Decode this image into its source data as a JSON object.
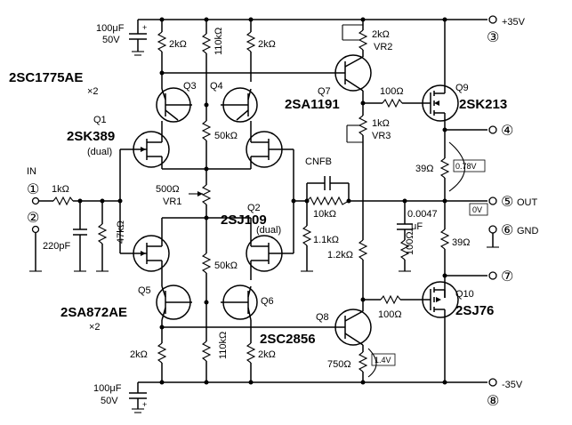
{
  "rails": {
    "pos": "+35V",
    "neg": "-35V"
  },
  "terminals": {
    "in": "IN",
    "t1": "①",
    "t2": "②",
    "t3": "③",
    "t4": "④",
    "t5": "⑤",
    "t5_label": "OUT",
    "t6": "⑥",
    "t6_label": "GND",
    "t7": "⑦",
    "t8": "⑧"
  },
  "devices": {
    "q1": {
      "ref": "Q1",
      "part": "2SK389",
      "note": "(dual)"
    },
    "q2": {
      "ref": "Q2",
      "part": "2SJ109",
      "note": "(dual)"
    },
    "q3": {
      "ref": "Q3"
    },
    "q4": {
      "ref": "Q4"
    },
    "q34_part": "2SC1775AE",
    "q34_mult": "×2",
    "q5": {
      "ref": "Q5"
    },
    "q6": {
      "ref": "Q6"
    },
    "q56_part": "2SA872AE",
    "q56_mult": "×2",
    "q7": {
      "ref": "Q7",
      "part": "2SA1191"
    },
    "q8": {
      "ref": "Q8",
      "part": "2SC2856"
    },
    "q9": {
      "ref": "Q9",
      "part": "2SK213"
    },
    "q10": {
      "ref": "Q10",
      "part": "2SJ76"
    }
  },
  "components": {
    "c_top": "100μF",
    "c_top_v": "50V",
    "c_bot": "100μF",
    "c_bot_v": "50V",
    "r_q3_top": "2kΩ",
    "r_mid_top": "110kΩ",
    "r_q4_top": "2kΩ",
    "r_50k_top": "50kΩ",
    "vr1": "500Ω",
    "vr1_ref": "VR1",
    "r_50k_bot": "50kΩ",
    "r_q5_bot": "2kΩ",
    "r_mid_bot": "110kΩ",
    "r_q6_bot": "2kΩ",
    "r_in": "1kΩ",
    "c_in": "220pF",
    "r_47k": "47kΩ",
    "cnfb": "CNFB",
    "r_10k": "10kΩ",
    "r_1_1k": "1.1kΩ",
    "vr2": "2kΩ",
    "vr2_ref": "VR2",
    "vr3": "1kΩ",
    "vr3_ref": "VR3",
    "r_1_2k": "1.2kΩ",
    "r_750": "750Ω",
    "r_g9": "100Ω",
    "r_g10": "100Ω",
    "r_39_top": "39Ω",
    "r_39_bot": "39Ω",
    "c_zobel": "0.0047",
    "c_zobel_u": "μF",
    "r_zobel": "100Ω"
  },
  "measurements": {
    "v_39": "0.78V",
    "v_out": "0V",
    "v_750": "1.4V"
  }
}
